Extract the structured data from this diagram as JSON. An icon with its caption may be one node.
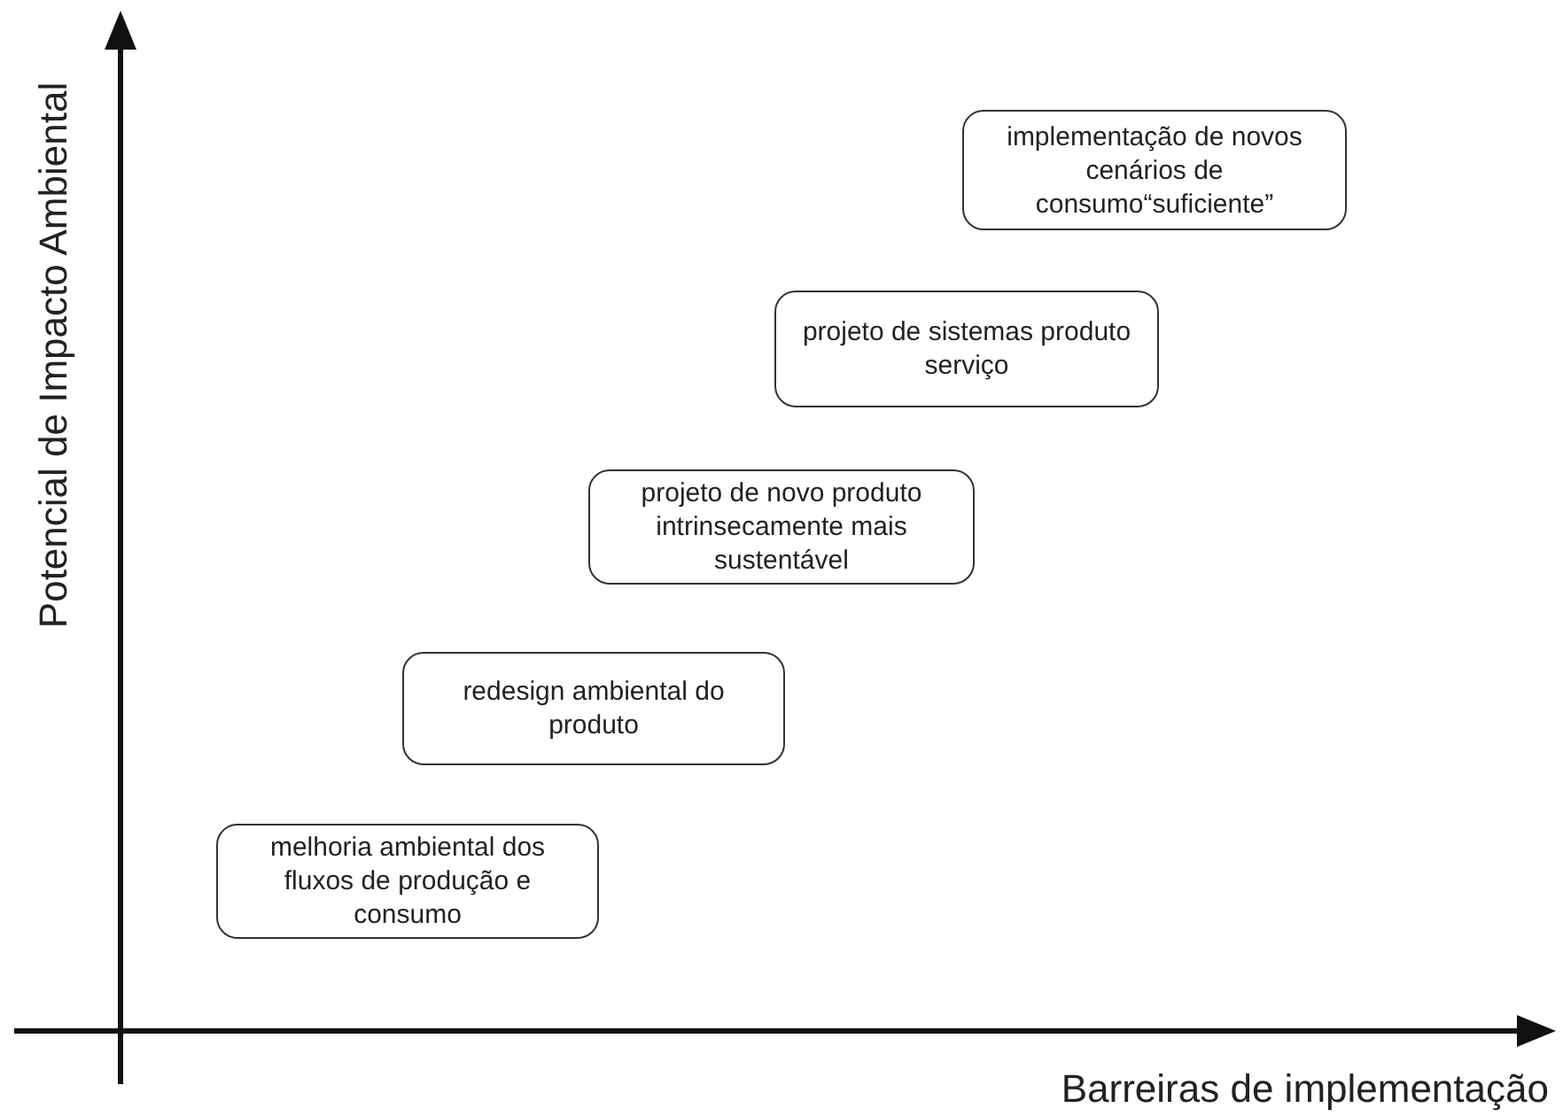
{
  "diagram": {
    "nodes": [
      {
        "text": [
          "melhoria ambiental dos fluxos de produção e consumo"
        ]
      },
      {
        "text": [
          "redesign ambiental do produto"
        ]
      },
      {
        "text": [
          "projeto de novo produto intrinsecamente mais sustentável"
        ]
      },
      {
        "text": [
          "projeto de sistemas produto serviço"
        ]
      },
      {
        "text": [
          "implementação de novos cenários de consumo“suficiente”"
        ]
      }
    ],
    "labels": [
      "Potencial de Impacto Ambiental",
      "Barreiras de implementação"
    ]
  }
}
